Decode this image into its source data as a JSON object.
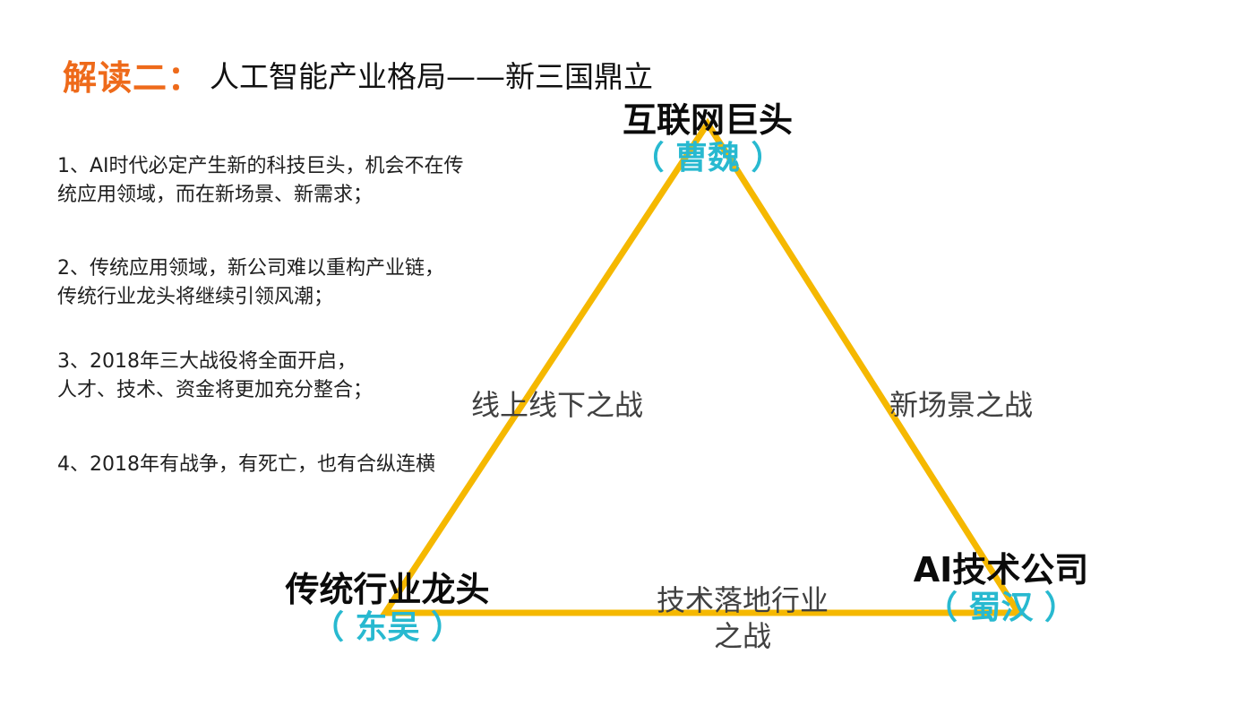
{
  "title": {
    "prefix": "解读二：",
    "main": "人工智能产业格局——新三国鼎立"
  },
  "points": [
    {
      "lines": [
        "1、AI时代必定产生新的科技巨头，机会不在传",
        "统应用领域，而在新场景、新需求；"
      ]
    },
    {
      "lines": [
        "2、传统应用领域，新公司难以重构产业链，",
        "传统行业龙头将继续引领风潮；"
      ]
    },
    {
      "lines": [
        "3、2018年三大战役将全面开启，",
        "人才、技术、资金将更加充分整合；"
      ]
    },
    {
      "lines": [
        "4、2018年有战争，有死亡，也有合纵连横"
      ]
    }
  ],
  "triangle": {
    "color": "#f5b800",
    "nodes": {
      "top": {
        "name": "互联网巨头",
        "alias": "（ 曹魏 ）"
      },
      "bottom_left": {
        "name": "传统行业龙头",
        "alias": "（ 东吴 ）"
      },
      "bottom_right": {
        "name": "AI技术公司",
        "alias": "（ 蜀汉 ）"
      }
    },
    "edges": {
      "left": "线上线下之战",
      "right": "新场景之战",
      "bottom_line1": "技术落地行业",
      "bottom_line2": "之战"
    }
  },
  "colors": {
    "title_accent": "#ee6a1a",
    "alias": "#28b9d0",
    "triangle": "#f5b800"
  }
}
